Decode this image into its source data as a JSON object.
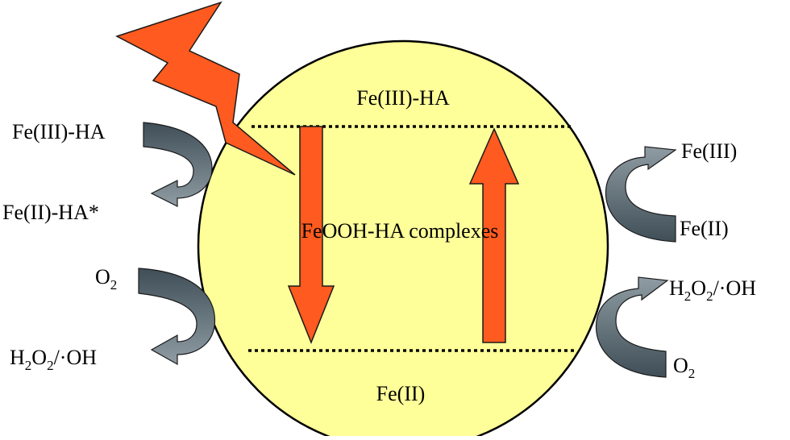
{
  "diagram": {
    "circle_label_top": "Fe(III)-HA",
    "circle_label_center": "FeOOH-HA complexes",
    "circle_label_bottom": "Fe(II)",
    "left_top_in": "Fe(III)-HA",
    "left_top_out": "Fe(II)-HA*",
    "left_bottom_in_main": "O",
    "left_bottom_in_sub": "2",
    "left_bottom_out": {
      "h": "H",
      "sub1": "2",
      "o": "O",
      "sub2": "2",
      "rest": "/·OH"
    },
    "right_top_out": "Fe(III)",
    "right_top_in": "Fe(II)",
    "right_bottom_out": {
      "h": "H",
      "sub1": "2",
      "o": "O",
      "sub2": "2",
      "rest": "/·OH"
    },
    "right_bottom_in_main": "O",
    "right_bottom_in_sub": "2"
  },
  "colors": {
    "circle_fill": "#FFFF99",
    "circle_stroke": "#000000",
    "lightning": "#FF5A1F",
    "red_arrow": "#FF5A1F",
    "curve_dark": "#3F4E57",
    "curve_light": "#7E8C94"
  },
  "icons": [
    "lightning-bolt-icon",
    "down-arrow-icon",
    "up-arrow-icon",
    "curved-arrow-icon"
  ]
}
